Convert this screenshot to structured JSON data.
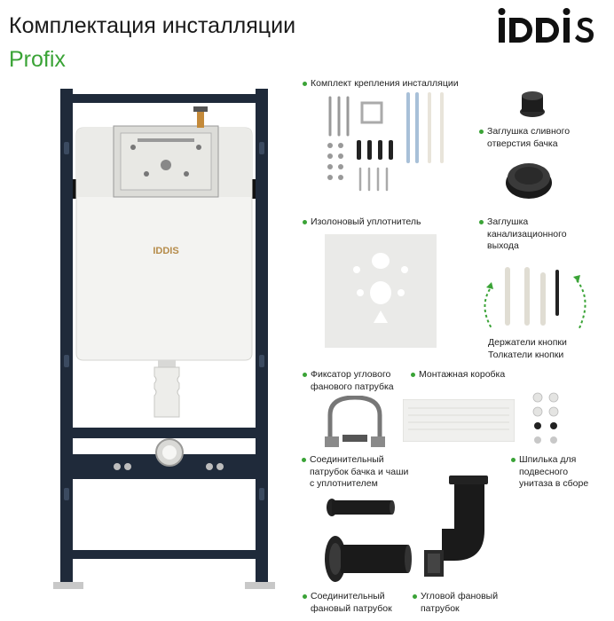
{
  "header": {
    "title": "Комплектация инсталляции",
    "subtitle": "Profix",
    "logo": "IDDIS"
  },
  "frame": {
    "tank_logo": "IDDIS"
  },
  "components": {
    "mounting_kit": "Комплект крепления инсталляции",
    "drain_plug": [
      "Заглушка сливного",
      "отверстия бачка"
    ],
    "isolon_seal": "Изолоновый уплотнитель",
    "sewer_plug": [
      "Заглушка",
      "канализационного",
      "выхода"
    ],
    "button_holders": [
      "Держатели кнопки",
      "Толкатели кнопки"
    ],
    "elbow_clamp": [
      "Фиксатор углового",
      "фанового патрубка"
    ],
    "mount_box": "Монтажная коробка",
    "tank_bowl_pipe": [
      "Соединительный",
      "патрубок бачка и чаши",
      "с уплотнителем"
    ],
    "stud": [
      "Шпилька для",
      "подвесного",
      "унитаза в сборе"
    ],
    "sewer_connector": [
      "Соединительный",
      "фановый патрубок"
    ],
    "elbow_pipe": [
      "Угловой фановый",
      "патрубок"
    ]
  },
  "colors": {
    "accent": "#3aa336",
    "frame": "#1f2a3a",
    "text": "#1a1a1a"
  }
}
